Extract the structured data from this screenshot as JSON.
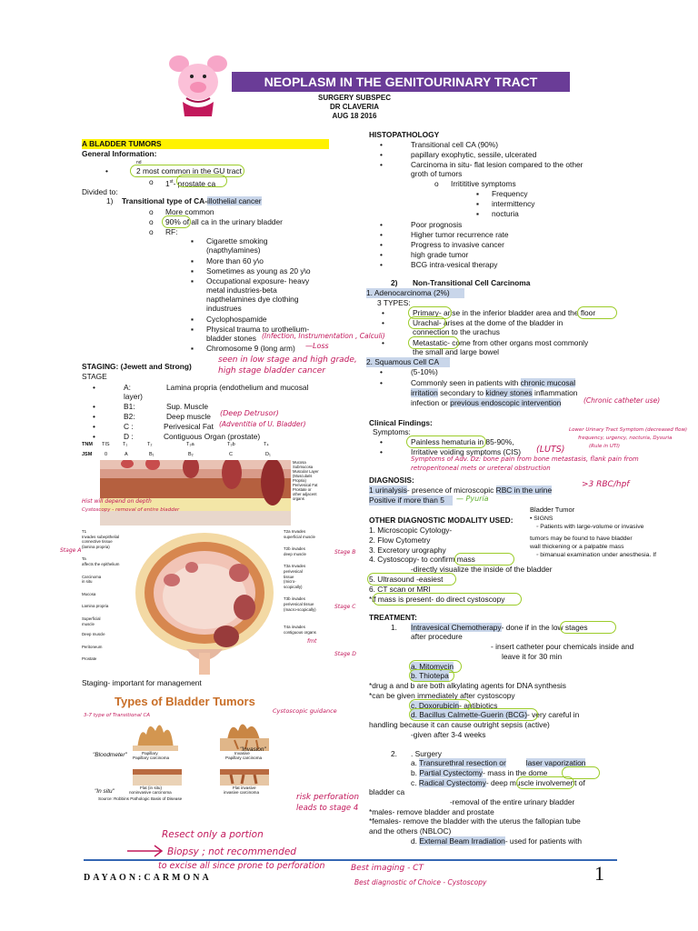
{
  "header": {
    "title": "NEOPLASM IN THE GENITOURINARY TRACT",
    "lines": [
      "SURGERY SUBSPEC",
      "DR CLAVERIA",
      "AUG 18 2016"
    ]
  },
  "left": {
    "section_a": "A  BLADDER TUMORS",
    "general_info": "General Information:",
    "sup_nd": "nd",
    "gi_2": "2     most common in the GU tract",
    "gi_1st": "1",
    "gi_1st_sup": "st",
    "gi_prostate": "- prostate ca",
    "divided_to": "Divided to:",
    "t1_num": "1)",
    "t1_label": "Transitional type of CA-",
    "t1_illo": "illothelial cancer",
    "t1_common": "More common",
    "t1_90": "90% of all ca in the urinary bladder",
    "t1_rf": "RF:",
    "rf_items": [
      "Cigarette smoking",
      "(napthylamines)",
      "More than 60 y\\o",
      "Sometimes as young as 20 y\\o",
      "Occupational exposure- heavy",
      "metal industries-beta",
      "napthelamines dye clothing",
      "industrues",
      "Cyclophospamide",
      "Physical trauma to urothelium-",
      "bladder stones",
      "Chromosome 9 (long arm)"
    ],
    "hw_trauma": "(Infection, Instrumentation , Calculi)",
    "hw_loss": "—Loss",
    "hw_seen1": "seen in low stage and high grade,",
    "hw_seen2": "high stage bladder cancer",
    "staging_title": "STAGING: (Jewett and Strong)",
    "stage_label": "STAGE",
    "stages": [
      {
        "code": "A:",
        "desc": "Lamina propria (endothelium and mucosal"
      },
      {
        "code": "",
        "desc": "layer)"
      },
      {
        "code": "B1:",
        "desc": "Sup. Muscle"
      },
      {
        "code": "B2:",
        "desc": "Deep muscle"
      },
      {
        "code": "C :",
        "desc": "Perivesical Fat"
      },
      {
        "code": "D :",
        "desc": "Contiguous Organ (prostate)"
      }
    ],
    "hw_detrusor": "(Deep Detrusor)",
    "hw_adventitia": "(Adventitia of U. Bladder)",
    "tnm_label": "TNM",
    "jsm_label": "JSM",
    "tnm_row": [
      "TIS",
      "T₁",
      "T₂",
      "T₃a",
      "T₃b",
      "T₄"
    ],
    "jsm_row": [
      "0",
      "A",
      "B₁",
      "B₂",
      "C",
      "D₁"
    ],
    "layer_labels": [
      "Mucosa",
      "Submucosa",
      "Muscular Layer",
      "(Muscularis",
      "Propria)",
      "Perivesical Fat",
      "Prostate or",
      "other adjacent",
      "organs"
    ],
    "hw_high": "Hist will depend on depth",
    "hw_cystoscopy": "Cystoscopy - removal of entire bladder",
    "diagram_left": [
      "T1",
      "Invades subepithelial",
      "connective tissue",
      "(lamina propria)",
      "Ta",
      "affects the epithelium",
      "Carcinoma",
      "in situ",
      "Mucosa",
      "Lamina propria",
      "Superficial",
      "muscle",
      "Deep muscle",
      "Peritoneum",
      "Prostate"
    ],
    "diagram_right": [
      "T2a Invades",
      "superficial muscle",
      "T2b invades",
      "deep muscle",
      "T3a Invades",
      "perivesical",
      "tissue",
      "(micro-",
      "scopically)",
      "T3b invades",
      "perivesical tissue",
      "(macro-scopically)",
      "T4a invades",
      "contiguous organs"
    ],
    "hw_stage_a": "Stage A",
    "hw_stage_b": "Stage B",
    "hw_stage_c": "Stage C",
    "hw_stage_d": "Stage D",
    "hw_fmt": "fmt",
    "staging_important": "Staging- important for management",
    "types_title": "Types of Bladder Tumors",
    "hw_cysto_guidance": "Cystoscopic guidance",
    "hw_34": "3-7 type of Transitional CA",
    "tumor_types": [
      "Papillary",
      "Papillary carcinoma",
      "Invasive",
      "Papillary carcinoma",
      "Flat (in situ)",
      "noninvasive carcinoma",
      "Flat invasive",
      "invasive carcinoma"
    ],
    "tumor_quotes": [
      "\"Bloodmeter\"",
      "\"Invasion\"",
      "\"In situ\""
    ],
    "source": "Source: Robbins Pathologic Basis of Disease",
    "hw_risk": "risk perforation",
    "hw_leads": "leads to stage 4",
    "hw_resect": "Resect only a portion",
    "hw_biopsy": "Biopsy ; not recommended",
    "hw_excise": "to excise all since prone to perforation"
  },
  "right": {
    "histopath": "HISTOPATHOLOGY",
    "histo_items": [
      "Transitional cell CA (90%)",
      "papillary exophytic, sessile, ulcerated",
      "Carcinoma in situ- flat lesion compared to the other",
      "groth of tumors"
    ],
    "irritative": "Irritititive symptoms",
    "irr_items": [
      "Frequency",
      "intermittency",
      "nocturia"
    ],
    "histo_items2": [
      "Poor prognosis",
      "Higher tumor recurrence rate",
      "Progress to invasive cancer",
      "high grade tumor",
      "BCG intra-vesical therapy"
    ],
    "ntc_num": "2)",
    "ntc_title": "Non-Transitional Cell Carcinoma",
    "adeno": "1. Adenocarcinoma (2%)",
    "three_types": "3 TYPES:",
    "primary": "Primary",
    "primary_rest": "- arise in the inferior bladder area and the floor",
    "urachal": "Urachal",
    "urachal_rest": "- arises at the dome of the bladder in",
    "urachal_rest2": "connection to the urachus",
    "metastatic": "Metastatic",
    "metastatic_rest": "- come from other organs most commonly",
    "metastatic_rest2": "the small and large bowel",
    "squamous": "2. Squamous Cell CA",
    "sq_pct": "(5-10%)",
    "sq_line1": "Commonly seen in patients with ",
    "sq_chronic": "chronic mucosal",
    "sq_irritation": "irritation",
    "sq_line2": " secondary to ",
    "sq_kidney": "kidney stones",
    "sq_line2b": " inflammation",
    "sq_line3": "infection or ",
    "sq_prev": "previous endoscopic intervention",
    "hw_chronic_cath": "(Chronic catheter use)",
    "clinical": "Clinical Findings:",
    "symptoms": "Symptoms:",
    "sym1": "Painless hematuria",
    "sym1b": " in 85-90%,",
    "sym2": "Irritative voiding symptoms (CIS)",
    "hw_luts": "(LUTS)",
    "hw_lower1": "Lower Urinary Tract Symptom (decreased flow)",
    "hw_lower2": "frequency, urgency, nocturia, Dysuria",
    "hw_lower3": "(Rule in UTI)",
    "hw_symptoms_adv1": "Symptoms of Adv. Dz: bone pain from bone metastasis, flank pain from",
    "hw_symptoms_adv2": "retroperitoneal mets or ureteral obstruction",
    "diagnosis": "DIAGNOSIS:",
    "diag1a": "1 urinalysis",
    "diag1b": "- presence of microscopic ",
    "diag1c": "RBC in the urine",
    "hw_rbc": ">3 RBC/hpf",
    "diag_pos": "Positive if more than 5",
    "hw_pyuria": "— Pyuria",
    "other_dx": "OTHER DIAGNOSTIC MODALITY USED:",
    "other_items": [
      "1. Microscopic Cytology-",
      "2. Flow Cytometry",
      "3. Excretory urography",
      "4. Cystoscopy- to confirm mass",
      "-directly visualize the inside of the bladder",
      "5. Ultrasound -easiest",
      "6. CT scan or MRI",
      "*if mass is present- do direct cystoscopy"
    ],
    "bt_title": "Bladder Tumor",
    "bt_signs": "• SIGNS",
    "bt_o1": "◦ Patients with large-volume or invasive",
    "bt_o2": "tumors may be found to have bladder",
    "bt_o3": "wall thickening or a palpable mass",
    "bt_o4": "◦ bimanual examination under anesthesia. If",
    "treatment": "TREATMENT:",
    "tx1_num": "1.",
    "tx1_a": "Intravesical Chemotherapy",
    "tx1_b": "- done if in the low stages",
    "tx1_c": "after procedure",
    "tx1_d": "- insert catheter pour chemicals inside and",
    "tx1_e": "leave it for 30 min",
    "tx_a": "a. Mitomycin",
    "tx_b": "b. Thiotepa",
    "tx_note1": "*drug a and b are both alkylating agents  for DNA synthesis",
    "tx_note2": "*can be given immediately after cystoscopy",
    "tx_c": "c. Doxorubicin",
    "tx_c_rest": "- antibiotics",
    "tx_d": "d. Bacillus Calmette-Guerin (BCG)",
    "tx_d_rest": "- very careful in",
    "tx_d2": "handling because it can cause outright sepsis (active)",
    "tx_d3": "-given after 3-4 weeks",
    "tx2_num": "2.",
    "tx2_title": ". Surgery",
    "tx2_a1": "a. ",
    "tx2_a2": "Transurethral resection or",
    "tx2_a3": "laser vaporization",
    "tx2_b1": "b. ",
    "tx2_b2": "Partial Cystectomy",
    "tx2_b3": "- mass in the dome",
    "tx2_c1": "c. ",
    "tx2_c2": "Radical Cystectomy",
    "tx2_c3": "- deep muscle involvement of",
    "tx2_c4": "bladder ca",
    "tx2_c5": "-removal of the entire urinary bladder",
    "tx2_males": "*males- remove bladder and prostate",
    "tx2_females": "*females- remove the bladder with the uterus the fallopian tube",
    "tx2_females2": "and the others (NBLOC)",
    "tx2_d1": "d. ",
    "tx2_d2": "External Beam Irradiation",
    "tx2_d3": "- used for patients with"
  },
  "footer": {
    "authors": "DAYAON:CARMONA",
    "page": "1",
    "hw_best1": "Best imaging - CT",
    "hw_best2": "Best diagnostic of Choice - Cystoscopy"
  },
  "colors": {
    "banner": "#6a3c97",
    "highlight": "#c9d6ea",
    "yellow": "#fff200",
    "handwriting": "#c2185b",
    "footer_rule": "#3466b3"
  }
}
